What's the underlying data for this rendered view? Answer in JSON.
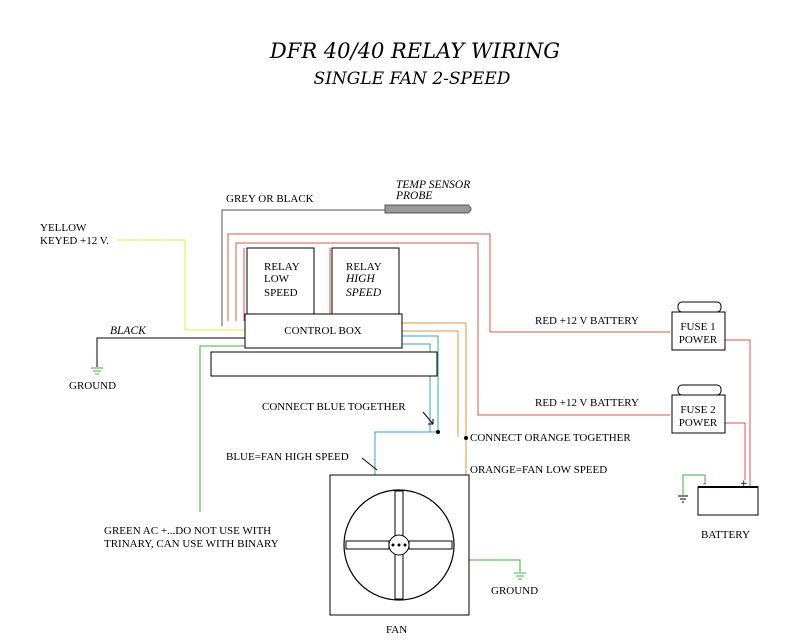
{
  "title": "DFR 40/40 RELAY WIRING",
  "subtitle": "SINGLE FAN 2-SPEED",
  "labels": {
    "grey_wire": "GREY OR BLACK",
    "temp_sensor_1": "TEMP SENSOR",
    "temp_sensor_2": "PROBE",
    "yellow_1": "YELLOW",
    "yellow_2": "KEYED +12 V.",
    "relay_low_1": "RELAY",
    "relay_low_2": "LOW",
    "relay_low_3": "SPEED",
    "relay_high_1": "RELAY",
    "relay_high_2": "HIGH",
    "relay_high_3": "SPEED",
    "control_box": "CONTROL BOX",
    "black": "BLACK",
    "ground_left": "GROUND",
    "red_battery_1": "RED +12 V BATTERY",
    "red_battery_2": "RED +12 V BATTERY",
    "fuse1_1": "FUSE 1",
    "fuse1_2": "POWER",
    "fuse2_1": "FUSE 2",
    "fuse2_2": "POWER",
    "connect_blue": "CONNECT BLUE TOGETHER",
    "connect_orange": "CONNECT ORANGE TOGETHER",
    "blue_fan": "BLUE=FAN HIGH SPEED",
    "orange_fan": "ORANGE=FAN LOW SPEED",
    "green_1": "GREEN AC +...DO NOT USE WITH",
    "green_2": "TRINARY, CAN USE WITH BINARY",
    "ground_fan": "GROUND",
    "battery": "BATTERY",
    "fan": "FAN"
  },
  "colors": {
    "red": "#e05050",
    "yellow": "#e8e850",
    "blue": "#3aa0d0",
    "orange": "#e89040",
    "green": "#40b040",
    "grey": "#808080"
  }
}
